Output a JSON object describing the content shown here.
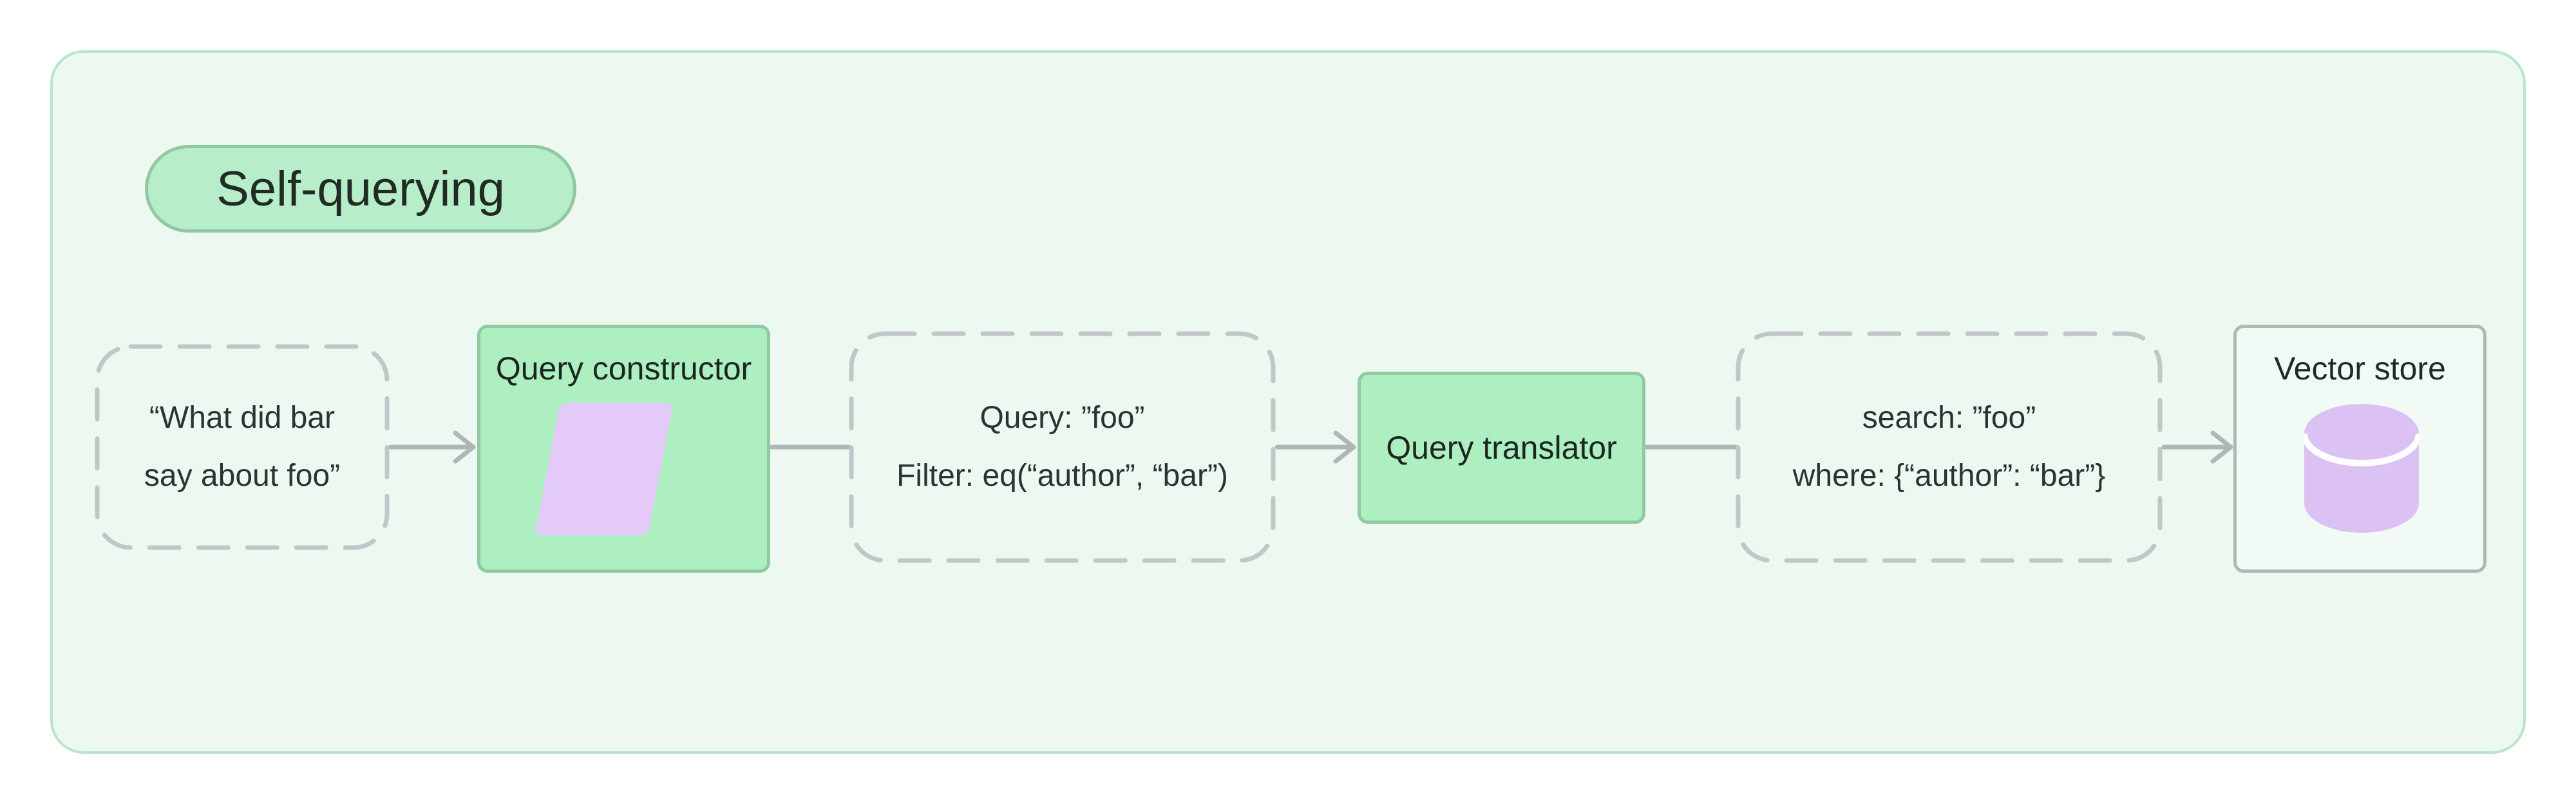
{
  "diagram": {
    "badge": {
      "label": "Self-querying"
    },
    "nodes": {
      "input": {
        "line1": "“What did bar",
        "line2": "say about foo”"
      },
      "query_constructor": {
        "label": "Query constructor",
        "icon": "parallelogram-icon"
      },
      "structured_query": {
        "line1": "Query: ”foo”",
        "line2": "Filter: eq(“author”, “bar”)"
      },
      "query_translator": {
        "label": "Query translator"
      },
      "translated_query": {
        "line1": "search: ”foo”",
        "line2": "where: {“author”: “bar”}"
      },
      "vector_store": {
        "label": "Vector store",
        "icon": "database-icon"
      }
    },
    "connectors": [
      {
        "from": "input",
        "to": "query_constructor",
        "style": "arrow"
      },
      {
        "from": "query_constructor",
        "to": "structured_query",
        "style": "line"
      },
      {
        "from": "structured_query",
        "to": "query_translator",
        "style": "arrow"
      },
      {
        "from": "query_translator",
        "to": "translated_query",
        "style": "line"
      },
      {
        "from": "translated_query",
        "to": "vector_store",
        "style": "arrow"
      }
    ],
    "colors": {
      "container_bg": "#ecf8f0",
      "container_border": "#b8e5c5",
      "badge_bg": "#b7edc8",
      "badge_border": "#90c8a3",
      "process_box_bg": "#adefc0",
      "process_box_border": "#8fcaa2",
      "store_box_bg": "#f2faf5",
      "store_box_border": "#b2b7b5",
      "dashed_border": "#c3c6c9",
      "arrow_gray": "#b2b5b7",
      "purple_shape": "#e4caf8",
      "purple_cylinder": "#dcc2f4",
      "text_dark": "#2c3135"
    }
  }
}
